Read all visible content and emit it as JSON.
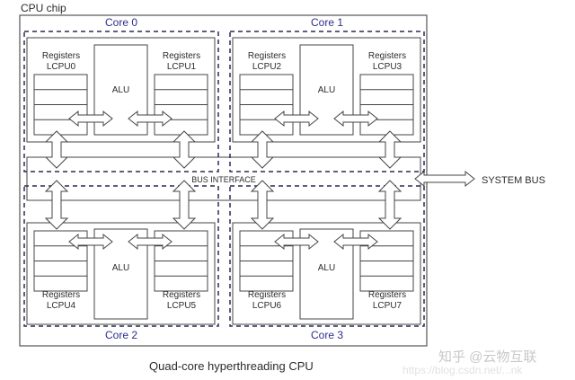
{
  "diagram": {
    "chip_label": "CPU chip",
    "caption": "Quad-core hyperthreading CPU",
    "bus_interface_label": "BUS INTERFACE",
    "system_bus_label": "SYSTEM BUS",
    "cores": [
      {
        "label": "Core 0",
        "alu": "ALU",
        "registers": [
          {
            "title": "Registers",
            "name": "LCPU0"
          },
          {
            "title": "Registers",
            "name": "LCPU1"
          }
        ]
      },
      {
        "label": "Core 1",
        "alu": "ALU",
        "registers": [
          {
            "title": "Registers",
            "name": "LCPU2"
          },
          {
            "title": "Registers",
            "name": "LCPU3"
          }
        ]
      },
      {
        "label": "Core 2",
        "alu": "ALU",
        "registers": [
          {
            "title": "Registers",
            "name": "LCPU4"
          },
          {
            "title": "Registers",
            "name": "LCPU5"
          }
        ]
      },
      {
        "label": "Core 3",
        "alu": "ALU",
        "registers": [
          {
            "title": "Registers",
            "name": "LCPU6"
          },
          {
            "title": "Registers",
            "name": "LCPU7"
          }
        ]
      }
    ],
    "colors": {
      "line": "#444444",
      "dash": "#2a2a55",
      "core_label": "#2e2e8a"
    }
  },
  "watermark": {
    "main": "知乎 @云物互联",
    "sub": "https://blog.csdn.net/...nk"
  }
}
